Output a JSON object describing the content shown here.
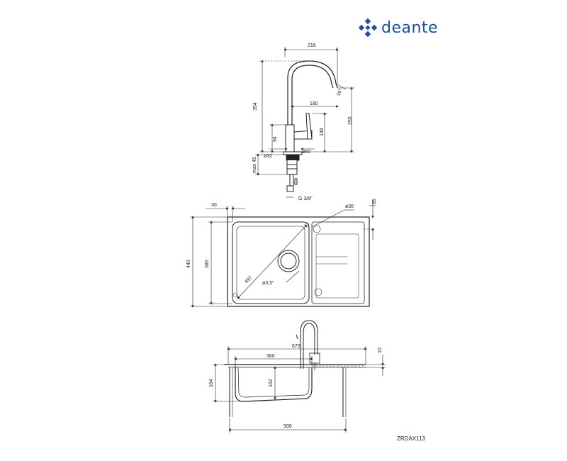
{
  "brand": {
    "name": "deante",
    "color": "#1d4f9a"
  },
  "product_code": "ZRDAX113",
  "faucet": {
    "width": "216",
    "height": "354",
    "spout_reach": "180",
    "spout_height": "255",
    "lever_height": "148",
    "body_height": "94",
    "angle": "16°",
    "base_diameter": "ø50",
    "hole_diameter": "ø32",
    "deck_max": "max 45",
    "connector": "G 3/8\""
  },
  "sink_top": {
    "overall_depth": "440",
    "bowl_depth": "380",
    "corner_diagonal": "497",
    "margin": "30",
    "tap_hole_offset": "65",
    "tap_hole": "ø35",
    "drain": "ø3,5\""
  },
  "sink_side": {
    "overall_width": "670",
    "bowl_width": "360",
    "cabinet": "500",
    "depth": "164",
    "bowl_depth": "152",
    "rim": "10"
  }
}
